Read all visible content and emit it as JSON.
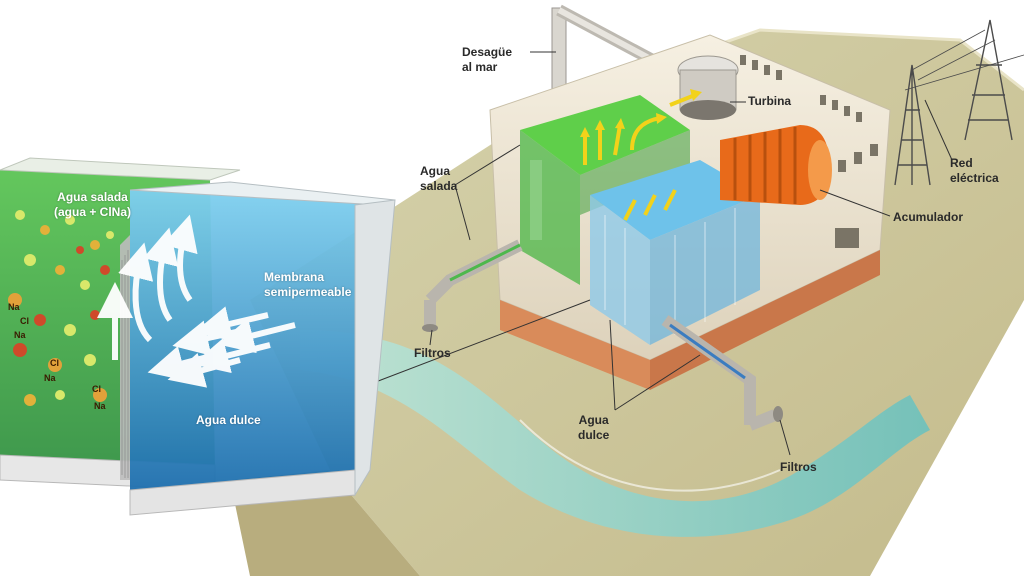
{
  "labels": {
    "desague": "Desagüe\nal mar",
    "turbina": "Turbina",
    "red_electrica": "Red\neléctrica",
    "agua_salada_plant": "Agua\nsalada",
    "acumulador": "Acumulador",
    "filtros_left": "Filtros",
    "agua_dulce_plant": "Agua\ndulce",
    "filtros_right": "Filtros",
    "agua_salada_tank": "Agua salada\n(agua + ClNa)",
    "membrana": "Membrana\nsemipermeable",
    "agua_dulce_tank": "Agua dulce"
  },
  "ions": {
    "na1": "Na",
    "cl1": "Cl",
    "na2": "Na",
    "cl2": "Cl",
    "na3": "Na",
    "cl3": "Cl",
    "na4": "Na"
  },
  "colors": {
    "salt_water": "#3aa84a",
    "fresh_water": "#2f8fc8",
    "ground": "#c9c39a",
    "sea": "#8fd3c8",
    "arrow_yellow": "#f2d21a",
    "accumulator": "#e86a1a"
  }
}
